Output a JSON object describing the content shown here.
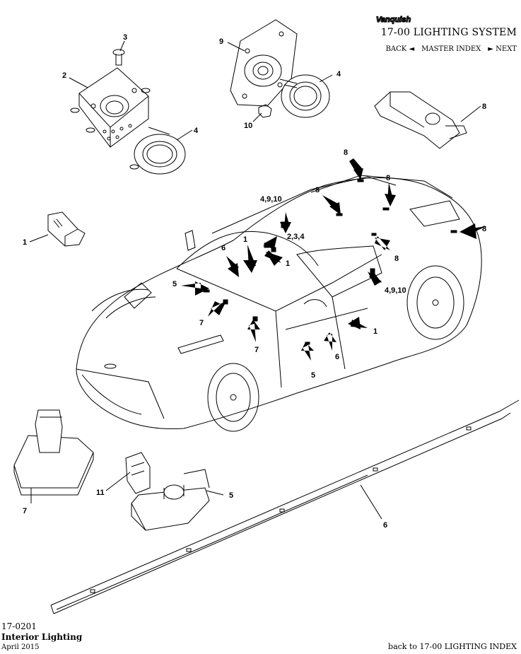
{
  "brand": {
    "logo_text": "Vanquish"
  },
  "header": {
    "section_title": "17-00 LIGHTING SYSTEM",
    "nav": {
      "back": "BACK",
      "master_index": "MASTER INDEX",
      "next": "NEXT"
    }
  },
  "callouts": {
    "c1a": "1",
    "c2": "2",
    "c3": "3",
    "c4a": "4",
    "c9": "9",
    "c4b": "4",
    "c8a": "8",
    "c10": "10",
    "c8b": "8",
    "c8c": "8",
    "c8d": "8",
    "c8e": "8",
    "c8f": "8",
    "c4910a": "4,9,10",
    "c234": "2,3,4",
    "c6a": "6",
    "c1b": "1",
    "c1c": "1",
    "c5a": "5",
    "c7a": "7",
    "c7b": "7",
    "c4910b": "4,9,10",
    "c1d": "1",
    "c6b": "6",
    "c5b": "5",
    "c7c": "7",
    "c11": "11",
    "c5c": "5",
    "c6c": "6"
  },
  "footer": {
    "code": "17-0201",
    "title": "Interior Lighting",
    "date": "April 2015",
    "back_link": "back to 17-00 LIGHTING INDEX"
  }
}
